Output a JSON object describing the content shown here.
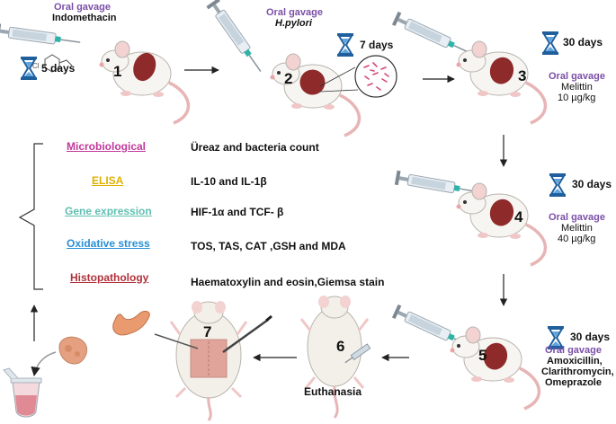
{
  "steps": [
    {
      "number": "1",
      "gavage": "Oral gavage",
      "drug": "Indomethacin",
      "duration": "5 days"
    },
    {
      "number": "2",
      "gavage": "Oral gavage",
      "drug": "H.pylori",
      "duration": "7 days"
    },
    {
      "number": "3",
      "gavage": "Oral gavage",
      "drug": "Melittin",
      "dose": "10 µg/kg",
      "duration": "30 days"
    },
    {
      "number": "4",
      "gavage": "Oral gavage",
      "drug": "Melittin",
      "dose": "40 µg/kg",
      "duration": "30 days"
    },
    {
      "number": "5",
      "gavage": "Oral gavage",
      "drugs": [
        "Amoxicillin,",
        "Clarithromycin,",
        "Omeprazole"
      ],
      "duration": "30 days"
    },
    {
      "number": "6",
      "caption": "Euthanasia"
    },
    {
      "number": "7"
    }
  ],
  "analyses": [
    {
      "label": "Microbiological",
      "result": "Üreaz and bacteria count",
      "color": "#c0399a"
    },
    {
      "label": "ELISA",
      "result": "IL-10 and IL-1β",
      "color": "#e0b100"
    },
    {
      "label": "Gene expression",
      "result": "HIF-1α and TCF- β",
      "color": "#5fbfb2"
    },
    {
      "label": "Oxidative stress",
      "result": "TOS, TAS, CAT ,GSH and MDA",
      "color": "#2a8fd4"
    },
    {
      "label": "Histopathology",
      "result": "Haematoxylin and eosin,Giemsa stain",
      "color": "#b0313a"
    }
  ],
  "colors": {
    "mouse": "#f5f3ef",
    "organ": "#8e2a2a",
    "hourglass": "#1f5f9e",
    "gavage_text": "#7b4fa8"
  }
}
